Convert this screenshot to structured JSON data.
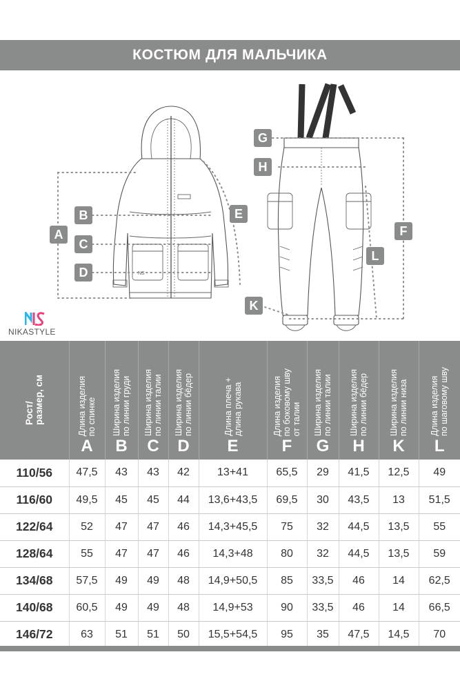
{
  "title": "КОСТЮМ ДЛЯ МАЛЬЧИКА",
  "brand": "NIKASTYLE",
  "diagram_labels": [
    "A",
    "B",
    "C",
    "D",
    "E",
    "F",
    "G",
    "H",
    "K",
    "L"
  ],
  "table": {
    "first_header": "Рост/\nразмер, см",
    "columns": [
      {
        "letter": "A",
        "label": "Длина изделия\nпо спинке"
      },
      {
        "letter": "B",
        "label": "Ширина изделия\nпо линии груди"
      },
      {
        "letter": "C",
        "label": "Ширина изделия\nпо линии талии"
      },
      {
        "letter": "D",
        "label": "Ширина изделия\nпо линии бёдер"
      },
      {
        "letter": "E",
        "label": "Длина плеча +\nдлина рукава"
      },
      {
        "letter": "F",
        "label": "Длина изделия\nпо боковому шву\nот талии"
      },
      {
        "letter": "G",
        "label": "Ширина изделия\nпо линии талии"
      },
      {
        "letter": "H",
        "label": "Ширина изделия\nпо линии бёдер"
      },
      {
        "letter": "K",
        "label": "Ширина изделия\nпо линии низа"
      },
      {
        "letter": "L",
        "label": "Длина изделия\nпо шаговому шву"
      }
    ],
    "rows": [
      {
        "size": "110/56",
        "values": [
          "47,5",
          "43",
          "43",
          "42",
          "13+41",
          "65,5",
          "29",
          "41,5",
          "12,5",
          "49"
        ]
      },
      {
        "size": "116/60",
        "values": [
          "49,5",
          "45",
          "45",
          "44",
          "13,6+43,5",
          "69,5",
          "30",
          "43,5",
          "13",
          "51,5"
        ]
      },
      {
        "size": "122/64",
        "values": [
          "52",
          "47",
          "47",
          "46",
          "14,3+45,5",
          "75",
          "32",
          "44,5",
          "13,5",
          "55"
        ]
      },
      {
        "size": "128/64",
        "values": [
          "55",
          "47",
          "47",
          "46",
          "14,3+48",
          "80",
          "32",
          "44,5",
          "13,5",
          "59"
        ]
      },
      {
        "size": "134/68",
        "values": [
          "57,5",
          "49",
          "49",
          "48",
          "14,9+50,5",
          "85",
          "33,5",
          "46",
          "14",
          "62,5"
        ]
      },
      {
        "size": "140/68",
        "values": [
          "60,5",
          "49",
          "49",
          "48",
          "14,9+53",
          "90",
          "33,5",
          "46",
          "14",
          "66,5"
        ]
      },
      {
        "size": "146/72",
        "values": [
          "63",
          "51",
          "51",
          "50",
          "15,5+54,5",
          "95",
          "35",
          "47,5",
          "14,5",
          "70"
        ]
      }
    ]
  }
}
